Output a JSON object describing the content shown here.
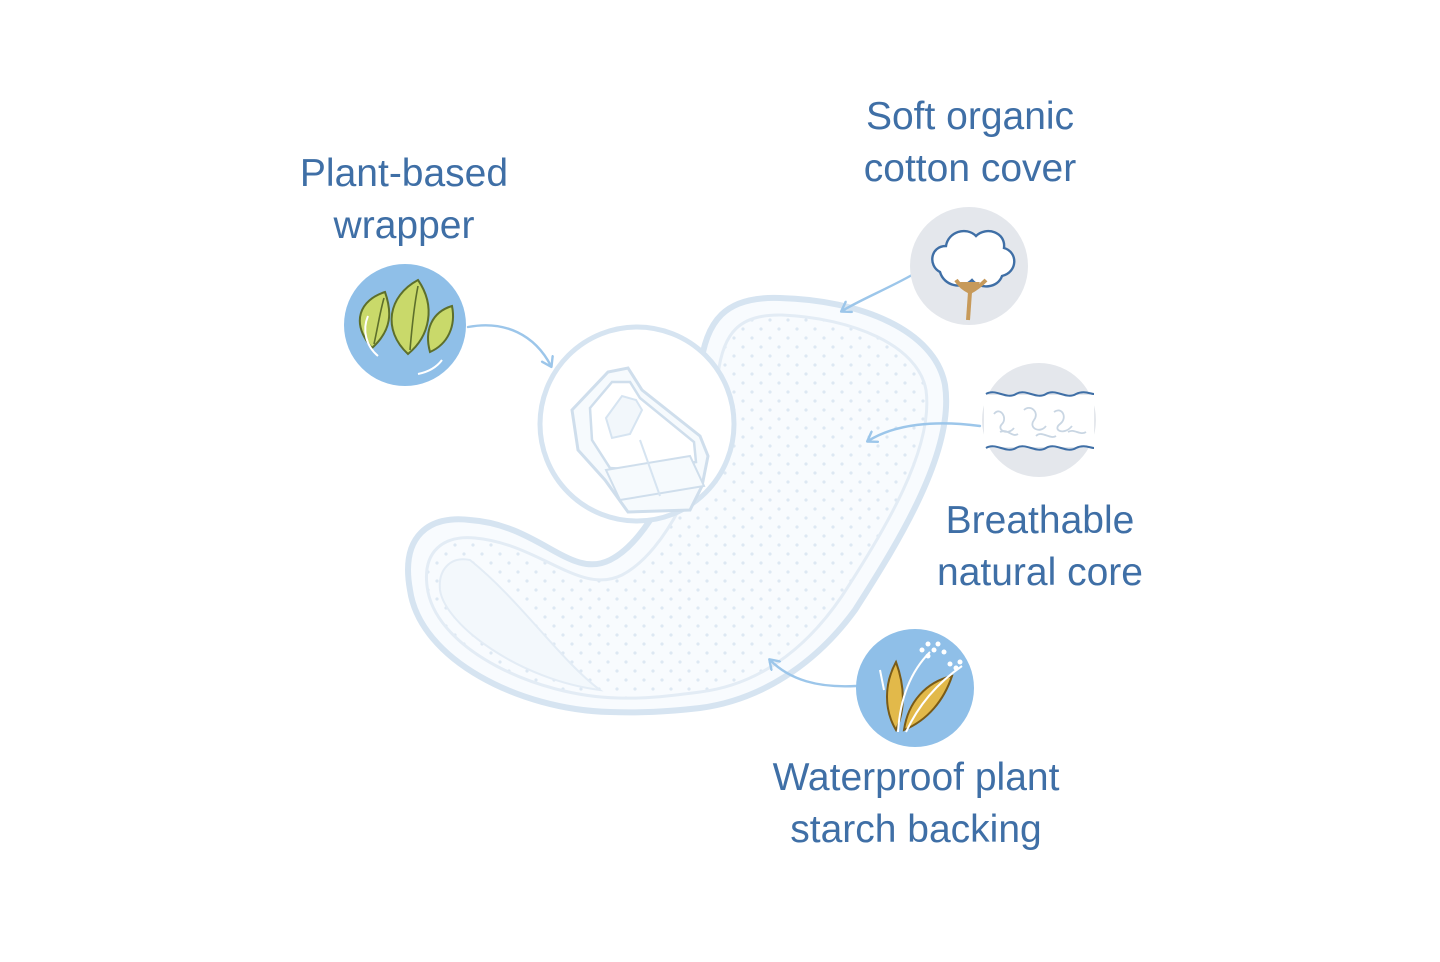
{
  "features": {
    "wrapper": {
      "line1": "Plant-based",
      "line2": "wrapper",
      "icon": "leaves-icon"
    },
    "cover": {
      "line1": "Soft organic",
      "line2": "cotton cover",
      "icon": "cotton-icon"
    },
    "core": {
      "line1": "Breathable",
      "line2": "natural core",
      "icon": "fiber-core-icon"
    },
    "backing": {
      "line1": "Waterproof plant",
      "line2": "starch backing",
      "icon": "plant-stalk-icon"
    }
  },
  "colors": {
    "text": "#3f6fa6",
    "accent_circle": "#8fbfe8",
    "neutral_circle": "#e4e7ec",
    "arrow": "#9cc6ea",
    "pad_outline": "#d6e4f1",
    "leaf": "#c9d96a",
    "wheat": "#e2b94a"
  }
}
